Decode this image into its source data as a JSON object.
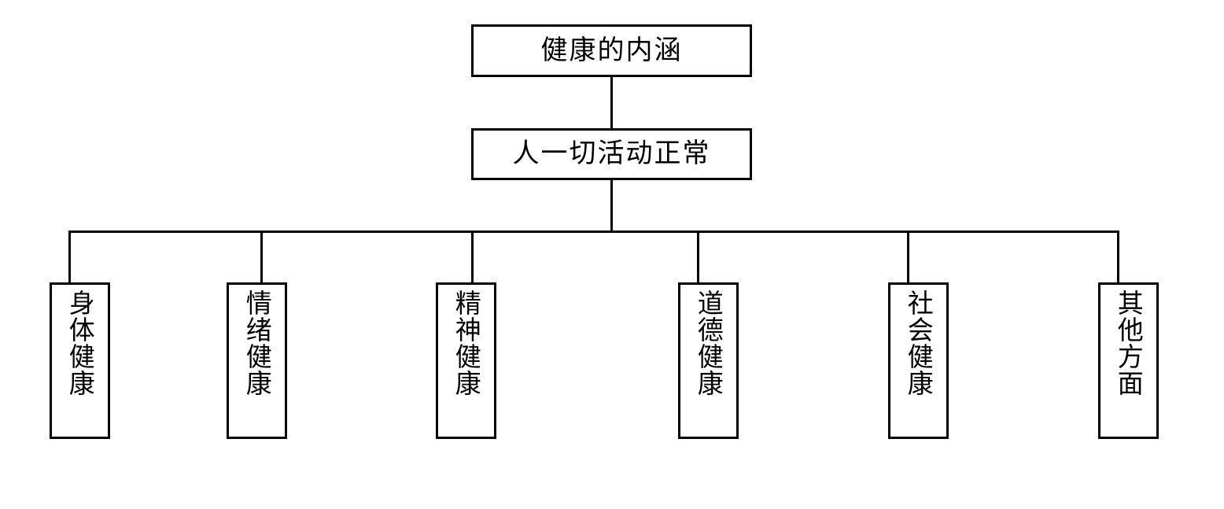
{
  "diagram": {
    "title": "健康的内涵",
    "orientation": "top-down-tree",
    "root": {
      "label": "健康的内涵"
    },
    "intermediate": {
      "label": "人一切活动正常"
    },
    "leaves": [
      {
        "label": "身体健康"
      },
      {
        "label": "情绪健康"
      },
      {
        "label": "精神健康"
      },
      {
        "label": "道德健康"
      },
      {
        "label": "社会健康"
      },
      {
        "label": "其他方面"
      }
    ],
    "colors": {
      "border": "#000000",
      "background": "#ffffff",
      "text": "#000000"
    }
  }
}
